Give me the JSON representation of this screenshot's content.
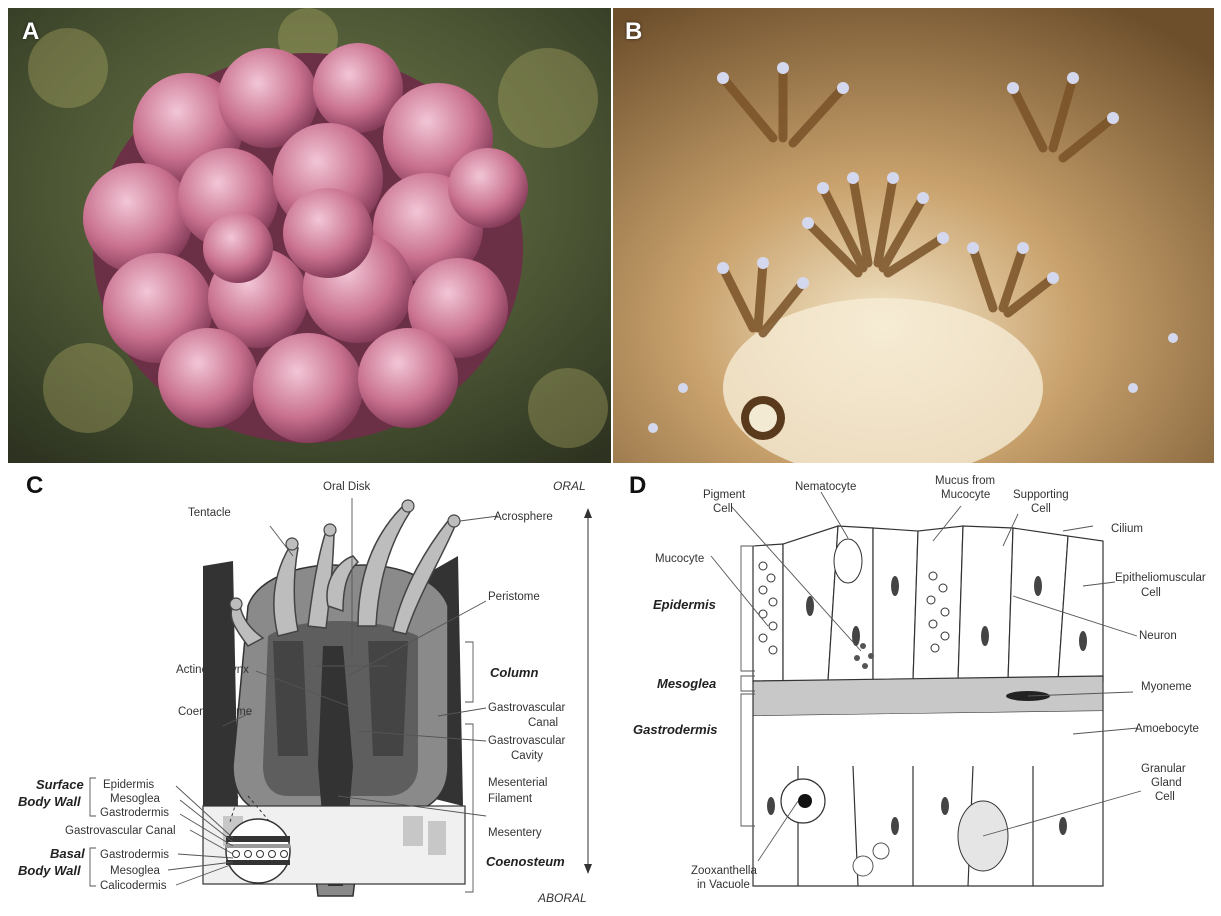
{
  "panels": {
    "a": {
      "letter": "A"
    },
    "b": {
      "letter": "B"
    },
    "c": {
      "letter": "C",
      "labels": {
        "oral_disk": "Oral Disk",
        "tentacle": "Tentacle",
        "acrosphere": "Acrosphere",
        "peristome": "Peristome",
        "column": "Column",
        "actinopharynx": "Actinopharynx",
        "coenenchyme": "Coenenchyme",
        "gastrovascular_canal_1": "Gastrovascular",
        "gastrovascular_canal_2": "Canal",
        "gastrovascular_cavity_1": "Gastrovascular",
        "gastrovascular_cavity_2": "Cavity",
        "mesenterial_filament_1": "Mesenterial",
        "mesenterial_filament_2": "Filament",
        "mesentery": "Mesentery",
        "coenosteum": "Coenosteum",
        "surface_body_wall_1": "Surface",
        "surface_body_wall_2": "Body Wall",
        "epidermis": "Epidermis",
        "mesoglea": "Mesoglea",
        "gastrodermis": "Gastrodermis",
        "gastrovascular_canal_full": "Gastrovascular Canal",
        "basal_body_wall_1": "Basal",
        "basal_body_wall_2": "Body Wall",
        "gastrodermis_basal": "Gastrodermis",
        "mesoglea_basal": "Mesoglea",
        "calicodermis": "Calicodermis",
        "oral": "ORAL",
        "aboral": "ABORAL"
      }
    },
    "d": {
      "letter": "D",
      "labels": {
        "pigment_cell_1": "Pigment",
        "pigment_cell_2": "Cell",
        "nematocyte": "Nematocyte",
        "mucus_1": "Mucus from",
        "mucus_2": "Mucocyte",
        "supporting_cell_1": "Supporting",
        "supporting_cell_2": "Cell",
        "cilium": "Cilium",
        "mucocyte": "Mucocyte",
        "epitheliomuscular_cell_1": "Epitheliomuscular",
        "epitheliomuscular_cell_2": "Cell",
        "epidermis": "Epidermis",
        "neuron": "Neuron",
        "mesoglea": "Mesoglea",
        "myoneme": "Myoneme",
        "gastrodermis": "Gastrodermis",
        "amoebocyte": "Amoebocyte",
        "granular_gland_cell_1": "Granular",
        "granular_gland_cell_2": "Gland",
        "granular_gland_cell_3": "Cell",
        "zooxanthella_1": "Zooxanthella",
        "zooxanthella_2": "in Vacuole"
      }
    }
  }
}
